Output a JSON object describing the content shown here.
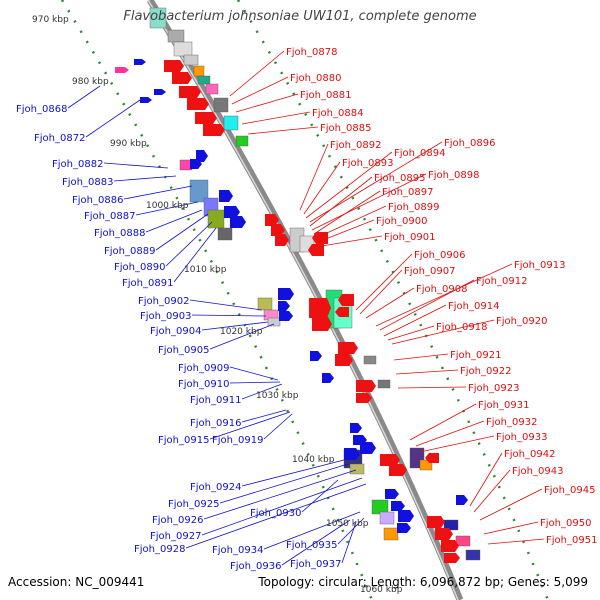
{
  "title": "Flavobacterium johnsoniae UW101, complete genome",
  "footer": {
    "accession": "Accession: NC_009441",
    "summary": "Topology: circular; Length: 6,096,872 bp; Genes: 5,099"
  },
  "colors": {
    "left_labels": "#1010cc",
    "right_labels": "#dd1010",
    "backbone": "#8a8a8a",
    "ticks": "#2a8a2a"
  },
  "kbp_ticks": [
    "970 kbp",
    "980 kbp",
    "990 kbp",
    "1000 kbp",
    "1010 kbp",
    "1020 kbp",
    "1030 kbp",
    "1040 kbp",
    "1050 kbp",
    "1060 kbp"
  ],
  "left_labels": [
    "Fjoh_0868",
    "Fjoh_0872",
    "Fjoh_0882",
    "Fjoh_0883",
    "Fjoh_0886",
    "Fjoh_0887",
    "Fjoh_0888",
    "Fjoh_0889",
    "Fjoh_0890",
    "Fjoh_0891",
    "Fjoh_0902",
    "Fjoh_0903",
    "Fjoh_0904",
    "Fjoh_0905",
    "Fjoh_0909",
    "Fjoh_0910",
    "Fjoh_0911",
    "Fjoh_0916",
    "Fjoh_0915",
    "Fjoh_0919",
    "Fjoh_0924",
    "Fjoh_0925",
    "Fjoh_0926",
    "Fjoh_0927",
    "Fjoh_0928",
    "Fjoh_0930",
    "Fjoh_0934",
    "Fjoh_0935",
    "Fjoh_0936",
    "Fjoh_0937"
  ],
  "right_labels": [
    "Fjoh_0878",
    "Fjoh_0880",
    "Fjoh_0881",
    "Fjoh_0884",
    "Fjoh_0885",
    "Fjoh_0892",
    "Fjoh_0893",
    "Fjoh_0894",
    "Fjoh_0896",
    "Fjoh_0895",
    "Fjoh_0898",
    "Fjoh_0897",
    "Fjoh_0899",
    "Fjoh_0900",
    "Fjoh_0901",
    "Fjoh_0906",
    "Fjoh_0907",
    "Fjoh_0908",
    "Fjoh_0913",
    "Fjoh_0912",
    "Fjoh_0914",
    "Fjoh_0918",
    "Fjoh_0920",
    "Fjoh_0921",
    "Fjoh_0922",
    "Fjoh_0923",
    "Fjoh_0931",
    "Fjoh_0932",
    "Fjoh_0933",
    "Fjoh_0942",
    "Fjoh_0943",
    "Fjoh_0945",
    "Fjoh_0950",
    "Fjoh_0951"
  ]
}
